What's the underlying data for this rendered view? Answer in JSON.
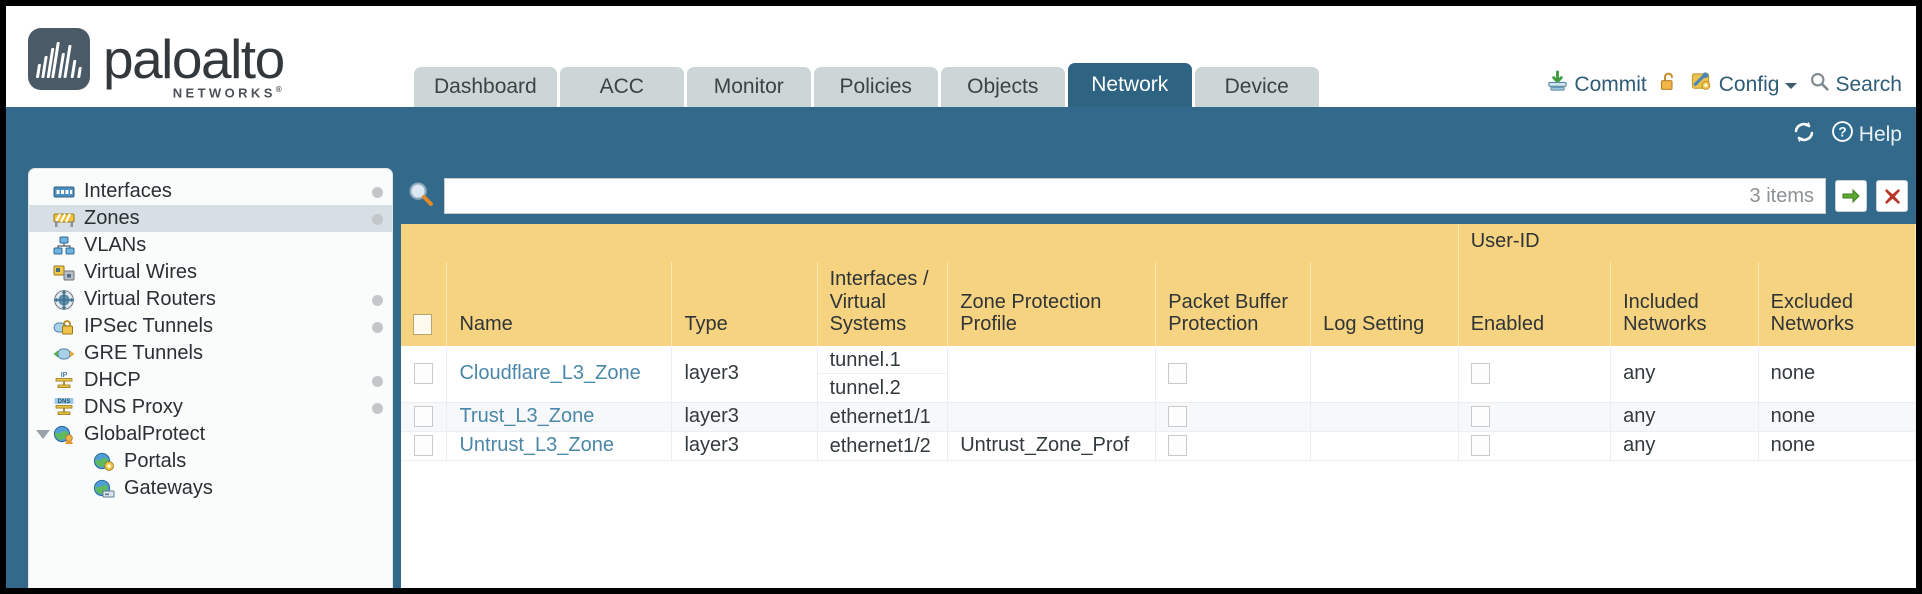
{
  "brand": {
    "name": "paloalto",
    "tagline": "NETWORKS",
    "registered": "®"
  },
  "tabs": [
    {
      "label": "Dashboard",
      "active": false
    },
    {
      "label": "ACC",
      "active": false
    },
    {
      "label": "Monitor",
      "active": false
    },
    {
      "label": "Policies",
      "active": false
    },
    {
      "label": "Objects",
      "active": false
    },
    {
      "label": "Network",
      "active": true
    },
    {
      "label": "Device",
      "active": false
    }
  ],
  "header_actions": {
    "commit": "Commit",
    "lock_icon": "unlocked-padlock-icon",
    "config": "Config",
    "search": "Search"
  },
  "toolbar": {
    "refresh_icon": "refresh-icon",
    "help": "Help"
  },
  "sidebar": {
    "items": [
      {
        "label": "Interfaces",
        "icon": "interfaces-icon",
        "selected": false,
        "dot": true,
        "child": false,
        "twisty": false
      },
      {
        "label": "Zones",
        "icon": "zones-icon",
        "selected": true,
        "dot": true,
        "child": false,
        "twisty": false
      },
      {
        "label": "VLANs",
        "icon": "vlans-icon",
        "selected": false,
        "dot": false,
        "child": false,
        "twisty": false
      },
      {
        "label": "Virtual Wires",
        "icon": "virtual-wires-icon",
        "selected": false,
        "dot": false,
        "child": false,
        "twisty": false
      },
      {
        "label": "Virtual Routers",
        "icon": "virtual-routers-icon",
        "selected": false,
        "dot": true,
        "child": false,
        "twisty": false
      },
      {
        "label": "IPSec Tunnels",
        "icon": "ipsec-tunnels-icon",
        "selected": false,
        "dot": true,
        "child": false,
        "twisty": false
      },
      {
        "label": "GRE Tunnels",
        "icon": "gre-tunnels-icon",
        "selected": false,
        "dot": false,
        "child": false,
        "twisty": false
      },
      {
        "label": "DHCP",
        "icon": "dhcp-icon",
        "selected": false,
        "dot": true,
        "child": false,
        "twisty": false
      },
      {
        "label": "DNS Proxy",
        "icon": "dns-proxy-icon",
        "selected": false,
        "dot": true,
        "child": false,
        "twisty": false
      },
      {
        "label": "GlobalProtect",
        "icon": "globalprotect-icon",
        "selected": false,
        "dot": false,
        "child": false,
        "twisty": true
      },
      {
        "label": "Portals",
        "icon": "portals-icon",
        "selected": false,
        "dot": false,
        "child": true,
        "twisty": false
      },
      {
        "label": "Gateways",
        "icon": "gateways-icon",
        "selected": false,
        "dot": false,
        "child": true,
        "twisty": false
      }
    ]
  },
  "search": {
    "icon": "magnifier-icon",
    "value": "",
    "placeholder": "",
    "items_count": "3 items",
    "apply_icon": "green-arrow-icon",
    "clear_icon": "red-x-icon"
  },
  "table": {
    "group_header": {
      "label": "User-ID",
      "span": 3
    },
    "columns": [
      "Name",
      "Type",
      "Interfaces / Virtual Systems",
      "Zone Protection Profile",
      "Packet Buffer Protection",
      "Log Setting",
      "Enabled",
      "Included Networks",
      "Excluded Networks"
    ],
    "rows": [
      {
        "selected": false,
        "name": "Cloudflare_L3_Zone",
        "type": "layer3",
        "interfaces": [
          "tunnel.1",
          "tunnel.2"
        ],
        "zone_protection_profile": "",
        "packet_buffer_protection": false,
        "log_setting": "",
        "userid_enabled": false,
        "included_networks": "any",
        "excluded_networks": "none"
      },
      {
        "selected": false,
        "name": "Trust_L3_Zone",
        "type": "layer3",
        "interfaces": [
          "ethernet1/1"
        ],
        "zone_protection_profile": "",
        "packet_buffer_protection": false,
        "log_setting": "",
        "userid_enabled": false,
        "included_networks": "any",
        "excluded_networks": "none"
      },
      {
        "selected": false,
        "name": "Untrust_L3_Zone",
        "type": "layer3",
        "interfaces": [
          "ethernet1/2"
        ],
        "zone_protection_profile": "Untrust_Zone_Prof",
        "packet_buffer_protection": false,
        "log_setting": "",
        "userid_enabled": false,
        "included_networks": "any",
        "excluded_networks": "none"
      }
    ]
  },
  "colors": {
    "header_blue": "#336a8c",
    "tab_inactive": "#ccd6d6",
    "tab_active": "#2e6382",
    "table_header_gold": "#f6d380",
    "group_header_gold": "#ddae49",
    "link_blue": "#4a87a8",
    "sidebar_selected": "#d6dfe4"
  }
}
